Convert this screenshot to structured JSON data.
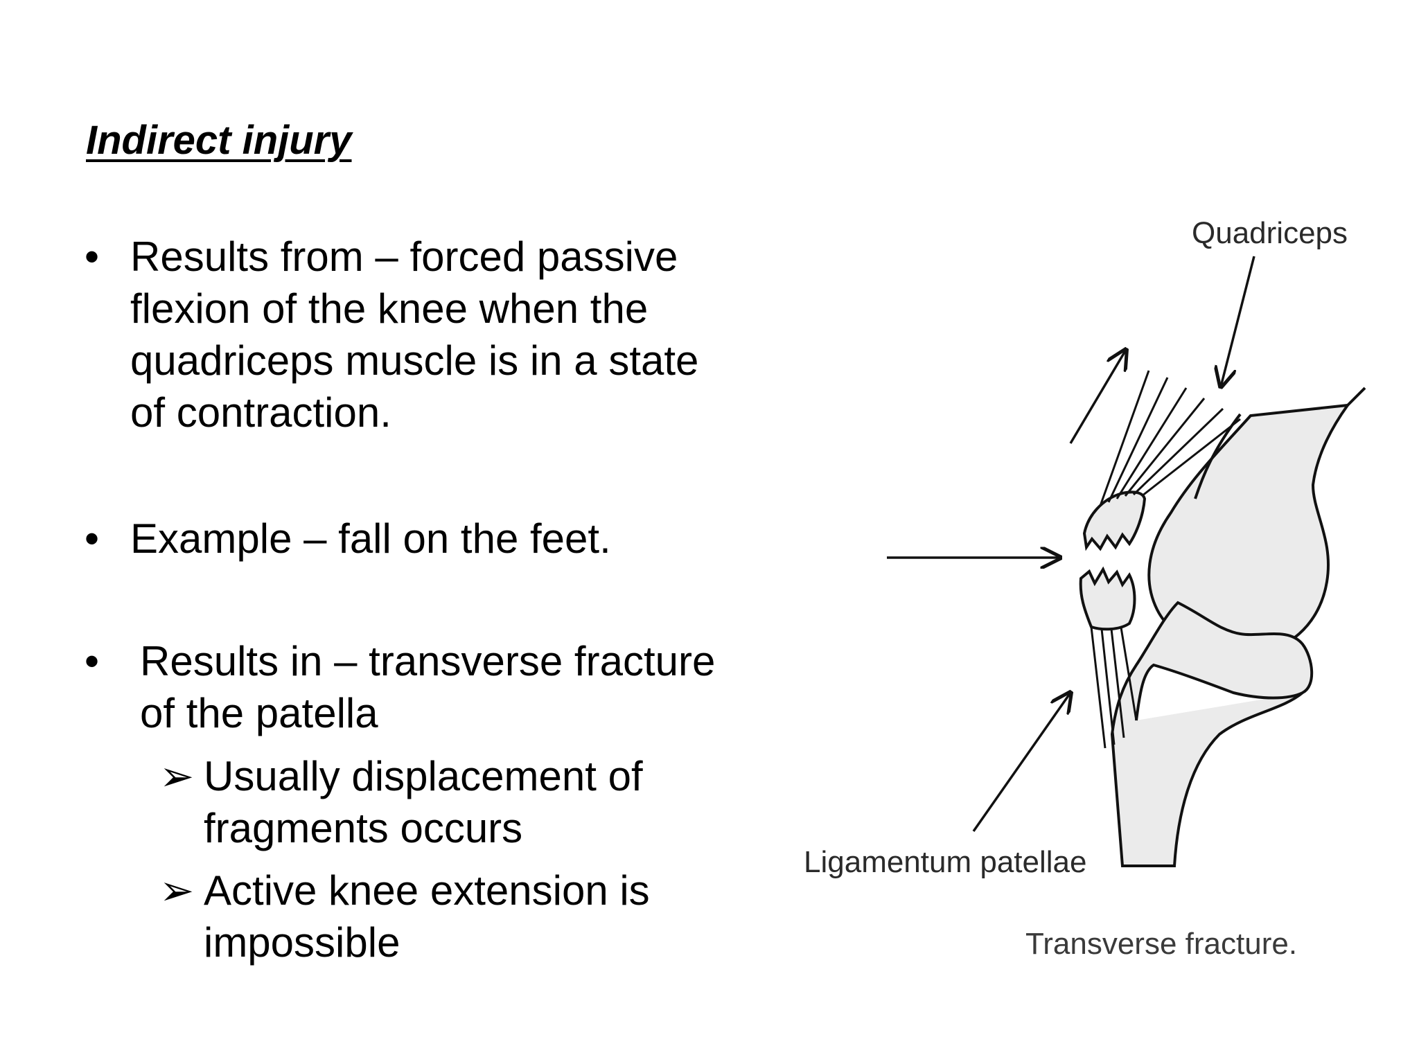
{
  "heading": "Indirect injury",
  "bullets": [
    {
      "marker": "•",
      "lines": [
        "Results from – forced passive",
        "flexion of the knee when the",
        "quadriceps muscle is in a state",
        "of contraction."
      ]
    },
    {
      "marker": "•",
      "lines": [
        "Example – fall on the feet."
      ]
    },
    {
      "marker": "•",
      "lines": [
        "Results in – transverse fracture",
        "of the patella"
      ],
      "subitems": [
        {
          "marker": "➢",
          "lines": [
            "Usually displacement of",
            "fragments occurs"
          ]
        },
        {
          "marker": "➢",
          "lines": [
            "Active knee extension is",
            "impossible"
          ]
        }
      ]
    }
  ],
  "figure": {
    "label_quadriceps": "Quadriceps",
    "label_ligament": "Ligamentum patellae",
    "caption": "Transverse fracture."
  },
  "colors": {
    "text": "#000000",
    "bone_fill": "#ebebeb",
    "line": "#111111"
  }
}
